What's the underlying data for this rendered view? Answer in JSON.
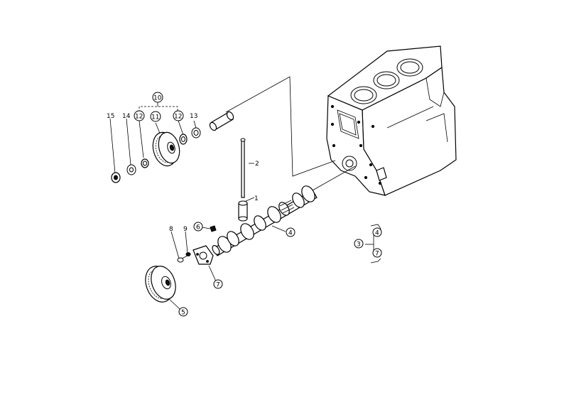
{
  "callouts": {
    "c1": "1",
    "c2": "2",
    "c3": "3",
    "c4": "4",
    "c4_legend": "4",
    "c5": "5",
    "c6": "6",
    "c7": "7",
    "c7_legend": "7",
    "c8": "8",
    "c9": "9",
    "c10": "10",
    "c11": "11",
    "c12a": "12",
    "c12b": "12",
    "c13": "13",
    "c14": "14",
    "c15": "15"
  }
}
